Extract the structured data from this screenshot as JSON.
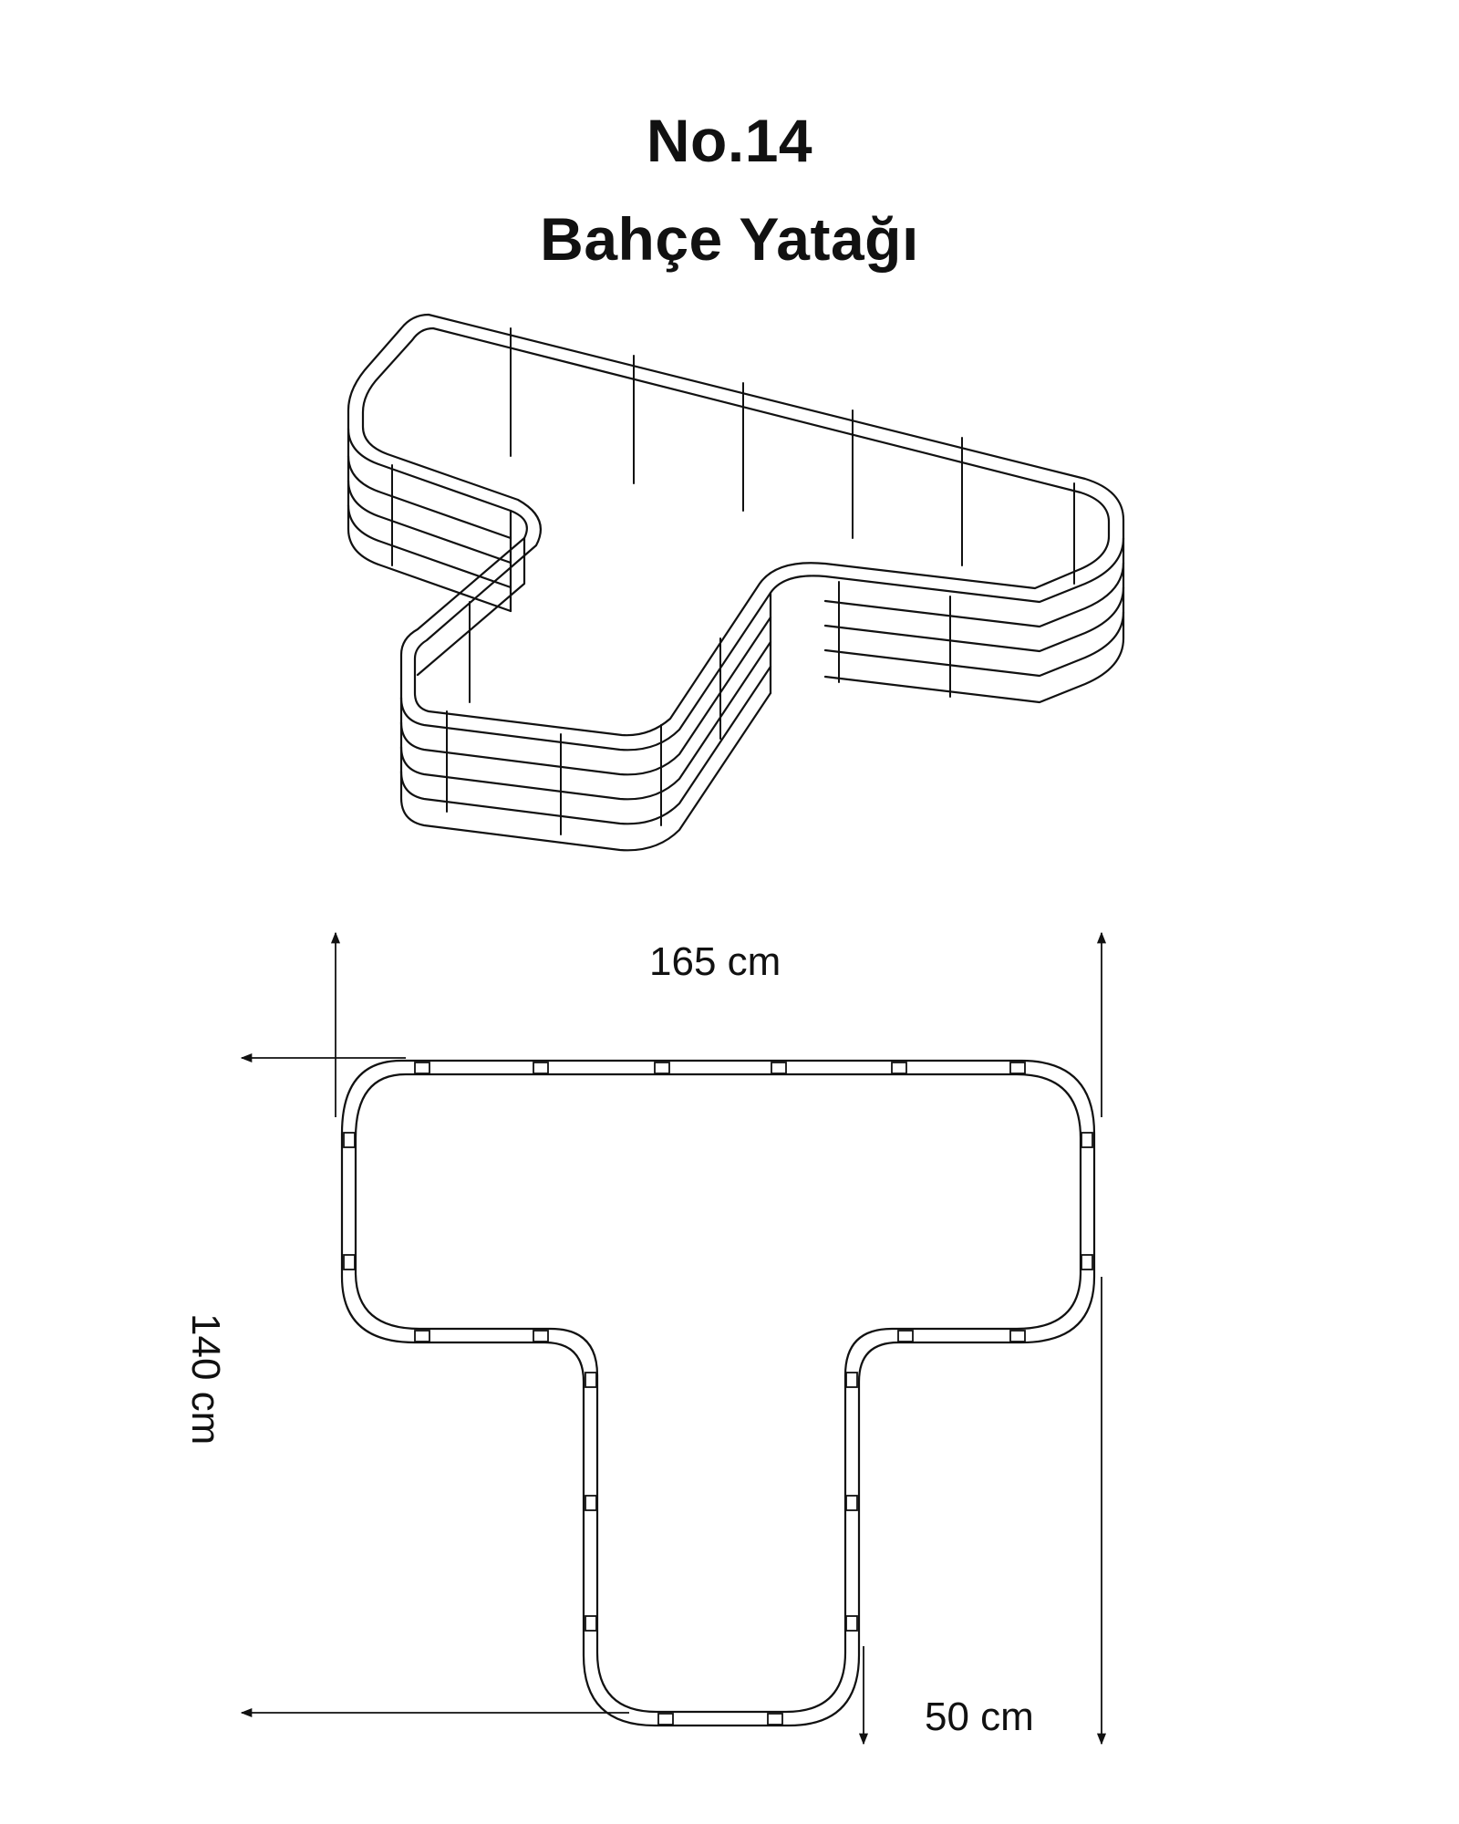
{
  "header": {
    "model": "No.14",
    "product_name": "Bahçe Yatağı"
  },
  "dimensions": {
    "width_label": "165 cm",
    "height_label": "140 cm",
    "stem_width_label": "50 cm"
  },
  "colors": {
    "ink": "#111111",
    "background": "#ffffff"
  }
}
